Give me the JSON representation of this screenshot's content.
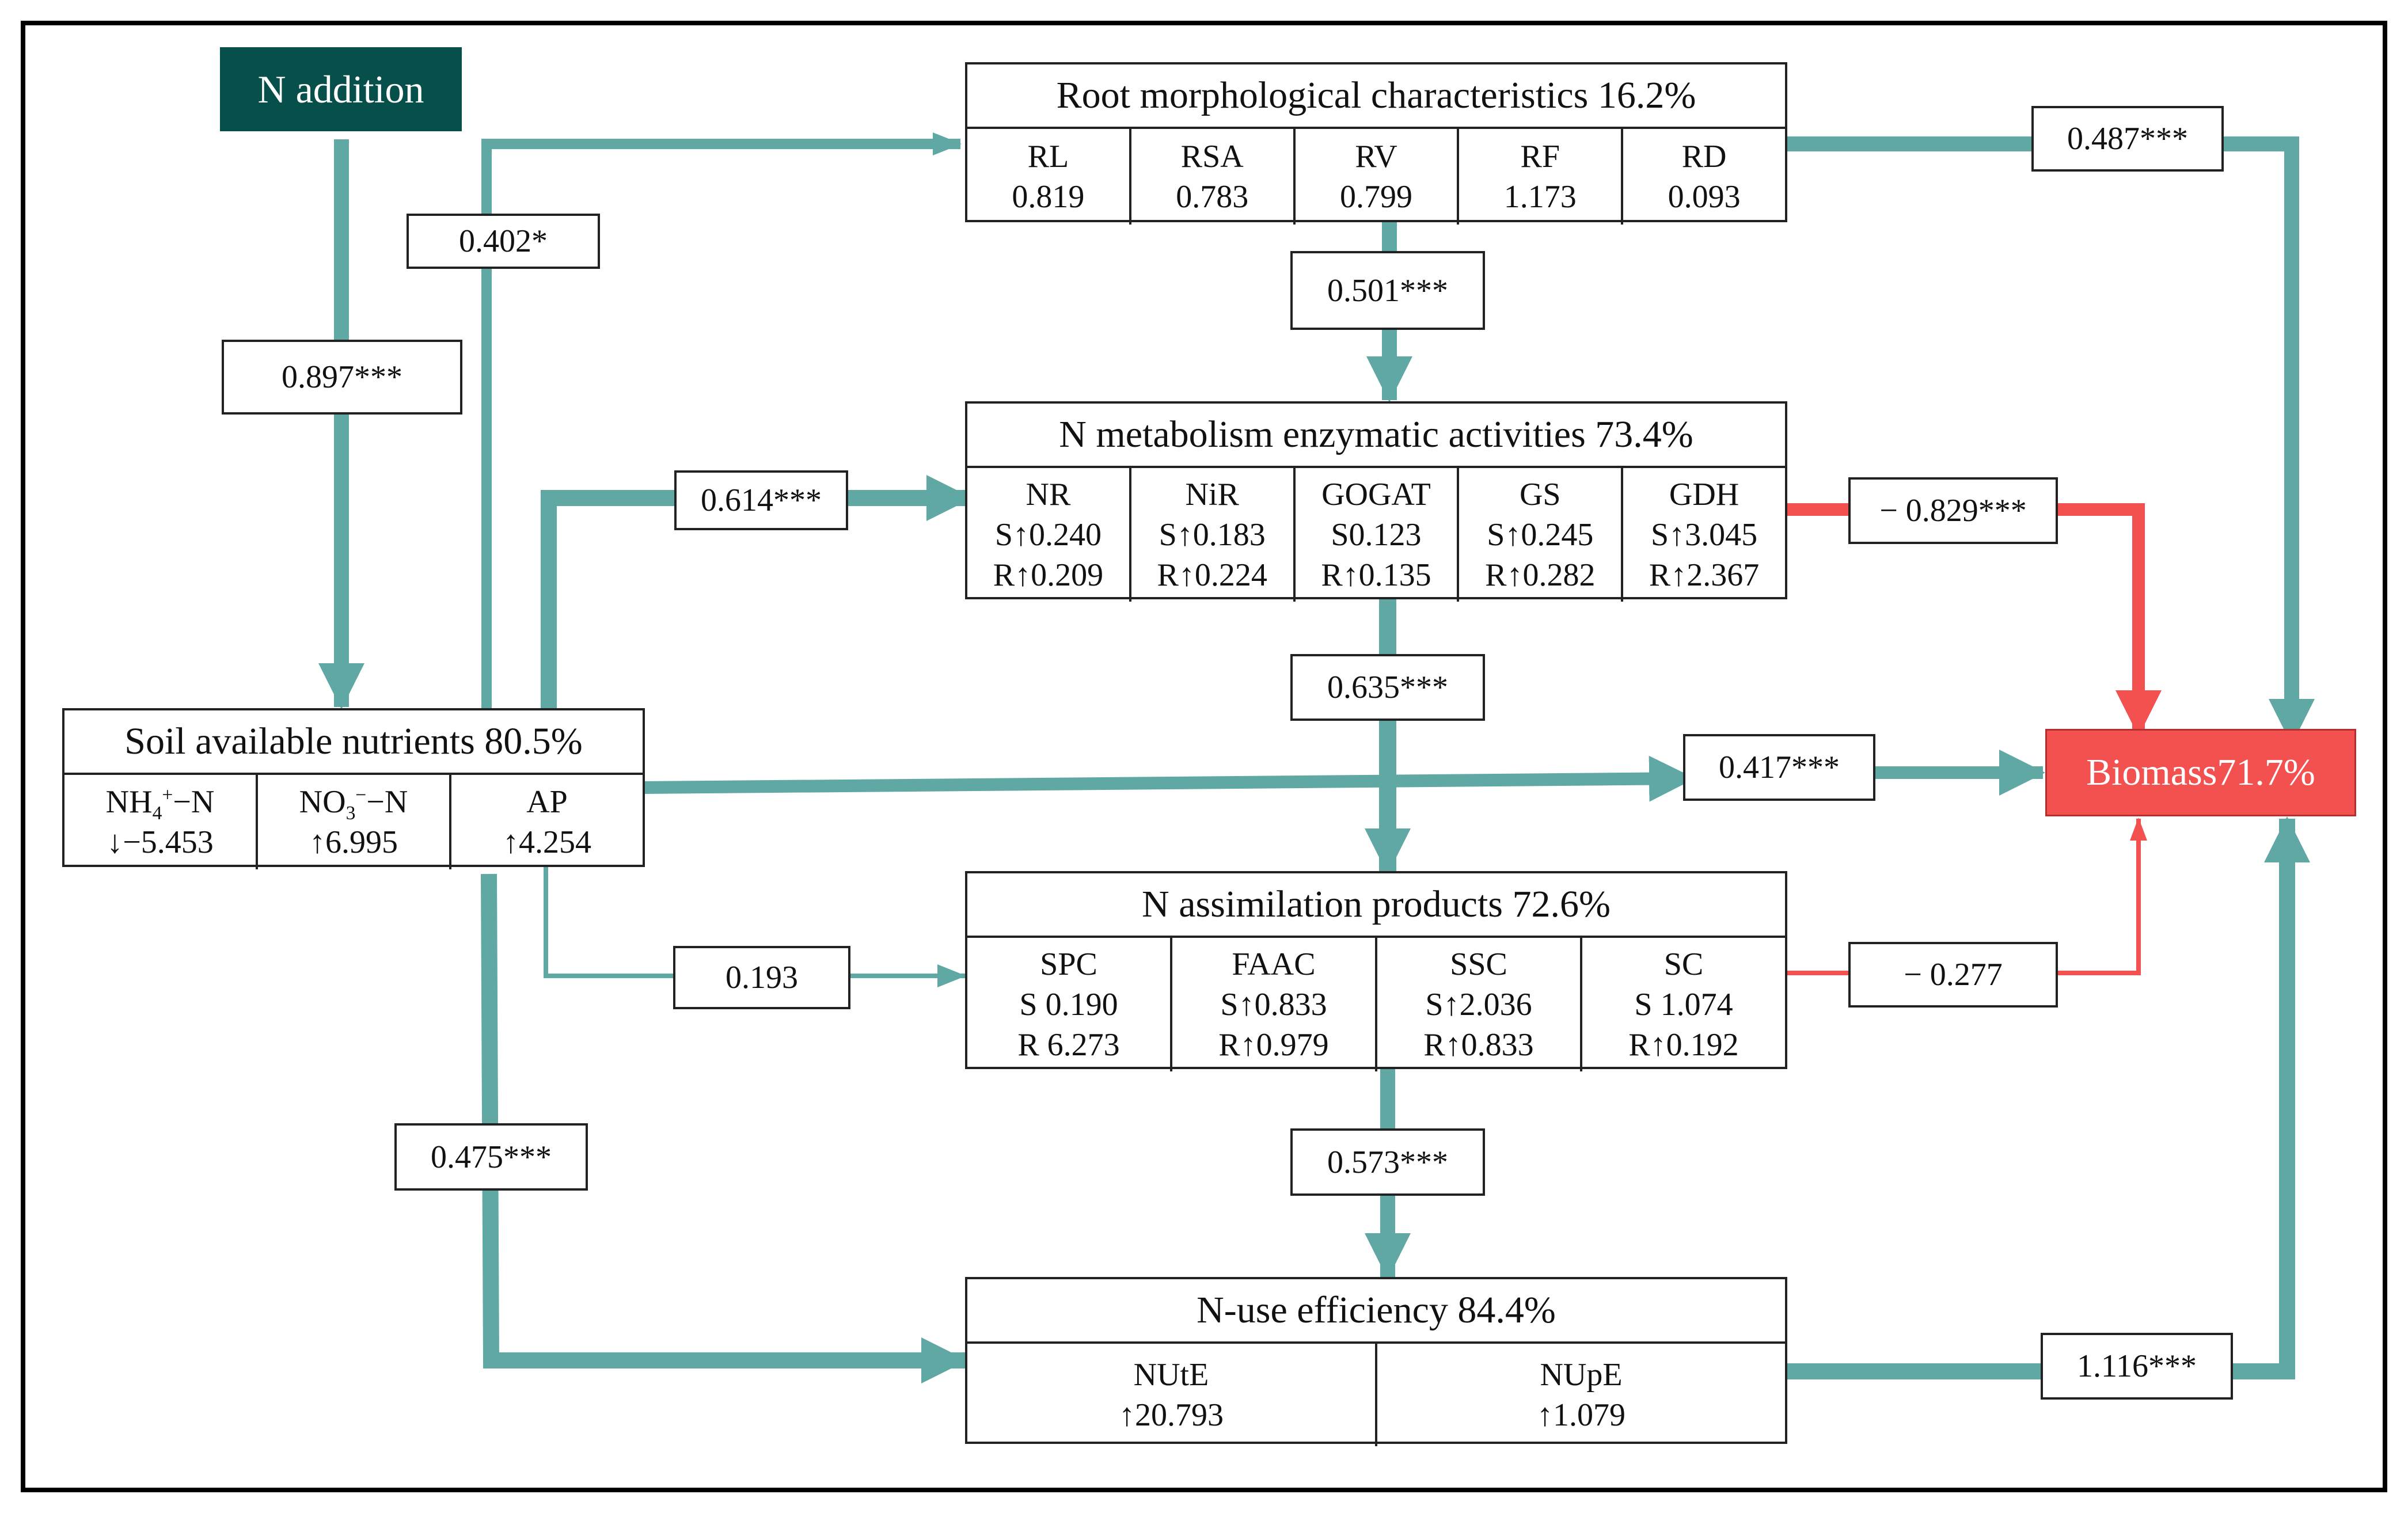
{
  "colors": {
    "positive_path": "#5fa8a3",
    "negative_path": "#f25150",
    "n_addition_fill": "#064f4a",
    "biomass_fill": "#f25150"
  },
  "n_addition": {
    "label": "N addition"
  },
  "biomass": {
    "label": "Biomass71.7%"
  },
  "root_morph": {
    "title": "Root morphological characteristics 16.2%",
    "cells": [
      {
        "name": "RL",
        "value": "0.819"
      },
      {
        "name": "RSA",
        "value": "0.783"
      },
      {
        "name": "RV",
        "value": "0.799"
      },
      {
        "name": "RF",
        "value": "1.173"
      },
      {
        "name": "RD",
        "value": "0.093"
      }
    ]
  },
  "n_metabolism": {
    "title": "N metabolism enzymatic activities 73.4%",
    "cells": [
      {
        "name": "NR",
        "s": "S↑0.240",
        "r": "R↑0.209"
      },
      {
        "name": "NiR",
        "s": "S↑0.183",
        "r": "R↑0.224"
      },
      {
        "name": "GOGAT",
        "s": "S0.123",
        "r": "R↑0.135"
      },
      {
        "name": "GS",
        "s": "S↑0.245",
        "r": "R↑0.282"
      },
      {
        "name": "GDH",
        "s": "S↑3.045",
        "r": "R↑2.367"
      }
    ]
  },
  "soil": {
    "title": "Soil available nutrients 80.5%",
    "cells": [
      {
        "base": "NH",
        "sub": "4",
        "sup": "+",
        "tail": "−N",
        "value": "↓−5.453"
      },
      {
        "base": "NO",
        "sub": "3",
        "sup": "−",
        "tail": "−N",
        "value": "↑6.995"
      },
      {
        "base": "AP",
        "sub": "",
        "sup": "",
        "tail": "",
        "value": "↑4.254"
      }
    ]
  },
  "n_assim": {
    "title": "N assimilation products 72.6%",
    "cells": [
      {
        "name": "SPC",
        "s": "S 0.190",
        "r": "R 6.273"
      },
      {
        "name": "FAAC",
        "s": "S↑0.833",
        "r": "R↑0.979"
      },
      {
        "name": "SSC",
        "s": "S↑2.036",
        "r": "R↑0.833"
      },
      {
        "name": "SC",
        "s": "S 1.074",
        "r": "R↑0.192"
      }
    ]
  },
  "nue": {
    "title": "N-use efficiency 84.4%",
    "cells": [
      {
        "name": "NUtE",
        "value": "↑20.793"
      },
      {
        "name": "NUpE",
        "value": "↑1.079"
      }
    ]
  },
  "coefficients": {
    "n_to_soil": "0.897***",
    "soil_to_root": "0.402*",
    "root_to_biomass": "0.487***",
    "root_to_metab": "0.501***",
    "soil_to_metab": "0.614***",
    "metab_to_biomass": "− 0.829***",
    "metab_to_assim": "0.635***",
    "soil_to_biomass": "0.417***",
    "soil_to_assim": "0.193",
    "assim_to_biomass": "− 0.277",
    "assim_to_nue": "0.573***",
    "soil_to_nue": "0.475***",
    "nue_to_biomass": "1.116***"
  }
}
